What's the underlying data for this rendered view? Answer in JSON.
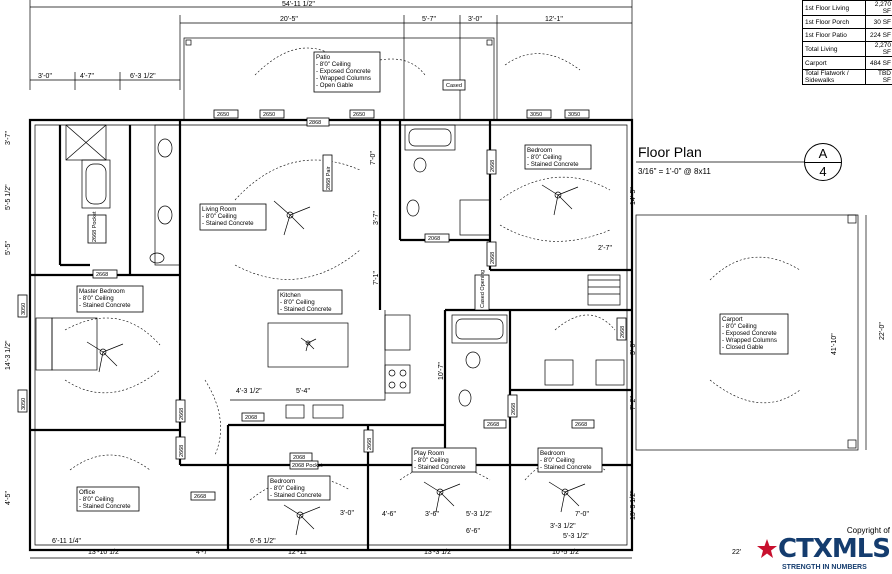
{
  "title": {
    "main": "Floor Plan",
    "scale": "3/16\" = 1'-0\" @ 8x11"
  },
  "sheet": {
    "letter": "A",
    "number": "4"
  },
  "area_table": [
    {
      "label": "1st Floor Living",
      "value": "2,270 SF"
    },
    {
      "label": "1st Floor Porch",
      "value": "30 SF"
    },
    {
      "label": "1st Floor Patio",
      "value": "224 SF"
    },
    {
      "label": "Total Living",
      "value": "2,270 SF"
    },
    {
      "label": "Carport",
      "value": "484 SF"
    },
    {
      "label": "Total Flatwork / Sidewalks",
      "value": "TBD SF"
    }
  ],
  "rooms": {
    "patio": [
      "Patio",
      "- 8'0\" Ceiling",
      "- Exposed Concrete",
      "- Wrapped Columns",
      "- Open Gable"
    ],
    "living": [
      "Living Room",
      "- 8'0\" Ceiling",
      "- Stained Concrete"
    ],
    "kitchen": [
      "Kitchen",
      "- 8'0\" Ceiling",
      "- Stained Concrete"
    ],
    "master": [
      "Master Bedroom",
      "- 8'0\" Ceiling",
      "- Stained Concrete"
    ],
    "bedroom_ne": [
      "Bedroom",
      "- 8'0\" Ceiling",
      "- Stained Concrete"
    ],
    "carport": [
      "Carport",
      "- 8'0\" Ceiling",
      "- Exposed Concrete",
      "- Wrapped Columns",
      "- Closed Gable"
    ],
    "office": [
      "Office",
      "- 8'0\" Ceiling",
      "- Stained Concrete"
    ],
    "bedroom_s": [
      "Bedroom",
      "- 8'0\" Ceiling",
      "- Stained Concrete"
    ],
    "play": [
      "Play Room",
      "- 8'0\" Ceiling",
      "- Stained Concrete"
    ],
    "bedroom_se": [
      "Bedroom",
      "- 8'0\" Ceiling",
      "- Stained Concrete"
    ]
  },
  "dims_top": [
    "54'-11 1/2\"",
    "20'-5\"",
    "5'-7\"",
    "3'-0\"",
    "12'-1\"",
    "3'-0\"",
    "4'-7\"",
    "6'-3 1/2\""
  ],
  "dims_bottom": [
    "13'-10 1/2\"",
    "4'-7\"",
    "12'-11\"",
    "13'-3 1/2\"",
    "10'-5 1/2\"",
    "22'"
  ],
  "dims_inner": [
    "6'-11 1/4\"",
    "6'-5 1/2\"",
    "4'-3 1/2\"",
    "5'-4\"",
    "4'-6\"",
    "3'-6\"",
    "5'-3 1/2\"",
    "6'-6\"",
    "7'-0\"",
    "3'-3 1/2\"",
    "5'-3 1/2\"",
    "2'-7\"",
    "3'-0\"",
    "7'-0\"",
    "3'-7\"",
    "7'-1\"",
    "10'-7\"",
    "3'-7\"",
    "7'-2\"",
    "14'-5\"",
    "41'-10\"",
    "22'-0\"",
    "13'-3 1/2\"",
    "14'-3 1/2\"",
    "5'-5 1/2\"",
    "5'-5\"",
    "3'-7\"",
    "4'-5\""
  ],
  "tags": [
    "2650",
    "2650",
    "2650",
    "2868",
    "3050",
    "3050",
    "2668",
    "2068",
    "2668",
    "2868 Pair",
    "2668",
    "2668 Pocket",
    "2668",
    "3050",
    "3050",
    "2668",
    "2668",
    "2068",
    "2068",
    "2068 Pocket",
    "2668",
    "2668",
    "2668",
    "2668",
    "2668",
    "Cased Opening",
    "Cased"
  ],
  "logo": {
    "copyright": "Copyright of",
    "brand": "CTXMLS",
    "tagline": "STRENGTH IN NUMBERS"
  },
  "colors": {
    "line": "#000000",
    "brand": "#143c6e",
    "flag_red": "#c8102e"
  }
}
